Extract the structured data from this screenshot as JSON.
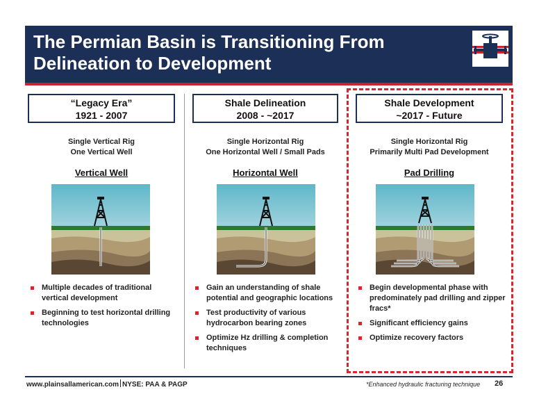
{
  "header": {
    "title": "The Permian Basin is Transitioning From Delineation to Development",
    "logo": "valve-logo-icon"
  },
  "columns": [
    {
      "box_line1": "“Legacy Era”",
      "box_line2": "1921 - 2007",
      "sub_line1": "Single Vertical Rig",
      "sub_line2": "One Vertical Well",
      "heading": "Vertical Well",
      "diagram": "vertical-well-icon",
      "bullets": [
        "Multiple decades of traditional vertical development",
        "Beginning to test horizontal drilling technologies"
      ]
    },
    {
      "box_line1": "Shale Delineation",
      "box_line2": "2008 - ~2017",
      "sub_line1": "Single Horizontal Rig",
      "sub_line2": "One Horizontal Well / Small Pads",
      "heading": "Horizontal Well",
      "diagram": "horizontal-well-icon",
      "bullets": [
        "Gain an understanding of shale potential and geographic locations",
        "Test productivity of various hydrocarbon bearing zones",
        "Optimize Hz drilling & completion techniques"
      ]
    },
    {
      "box_line1": "Shale Development",
      "box_line2": "~2017 - Future",
      "sub_line1": "Single Horizontal Rig",
      "sub_line2": "Primarily Multi Pad Development",
      "heading": "Pad Drilling",
      "diagram": "pad-drilling-icon",
      "bullets": [
        "Begin developmental phase with predominately pad drilling and zipper fracs*",
        "Significant efficiency gains",
        "Optimize recovery factors"
      ]
    }
  ],
  "footer": {
    "website": "www.plainsallamerican.com",
    "ticker": "NYSE: PAA & PAGP",
    "footnote": "*Enhanced hydraulic fracturing technique",
    "page": "26"
  },
  "colors": {
    "navy": "#1c2f56",
    "red": "#d9262c",
    "grass": "#2f7a2a"
  }
}
